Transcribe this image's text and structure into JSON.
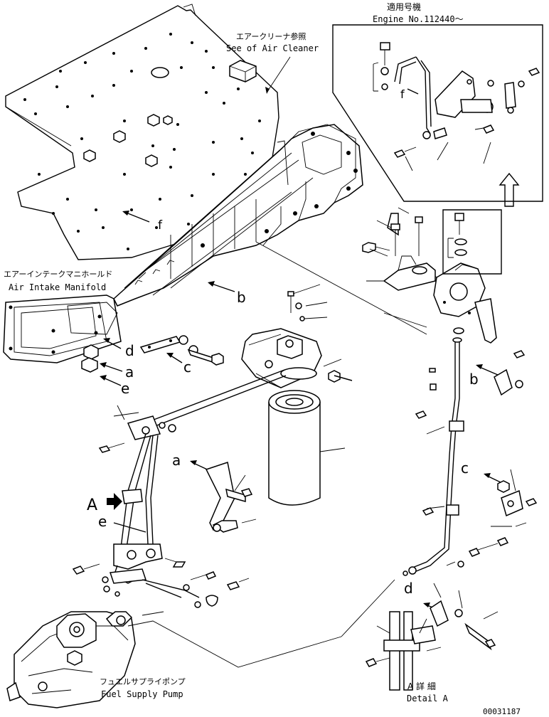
{
  "applicability": {
    "title_jp": "適用号機",
    "engine_no": "Engine No.112440～"
  },
  "callouts": {
    "air_cleaner_jp": "エアークリーナ参照",
    "air_cleaner_en": "See of Air Cleaner",
    "intake_jp": "エアーインテークマニホールド",
    "intake_en": "Air Intake Manifold",
    "pump_jp": "フュエルサプライポンプ",
    "pump_en": "Fuel Supply Pump",
    "detail_jp": "A 詳 細",
    "detail_en": "Detail A"
  },
  "view_marks": {
    "a": "a",
    "b": "b",
    "c": "c",
    "d": "d",
    "e": "e",
    "f": "f",
    "A": "A"
  },
  "drawing_number": "00031187"
}
